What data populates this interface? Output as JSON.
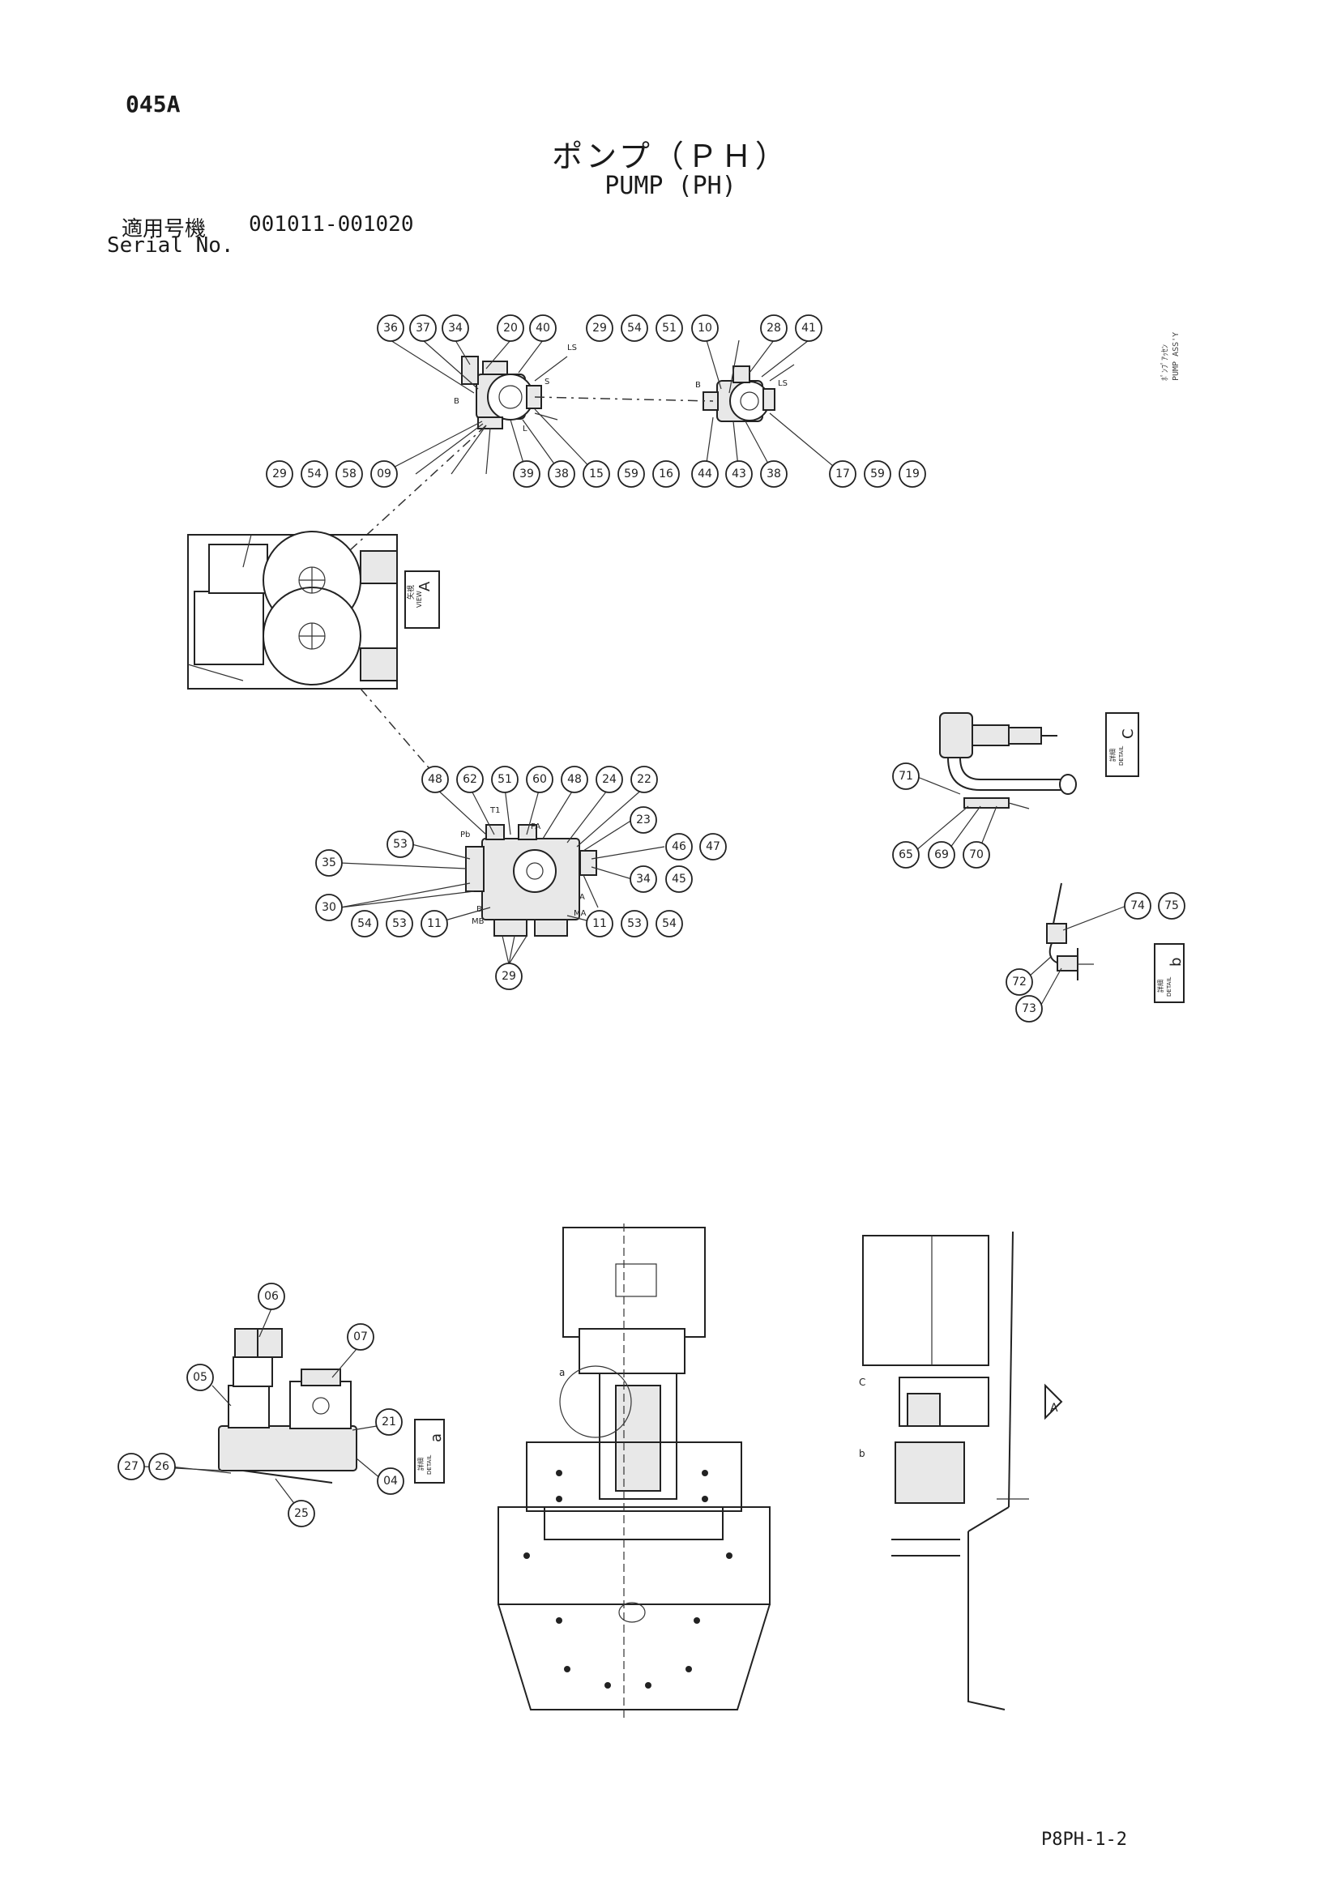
{
  "header": {
    "page_code": "045A",
    "title_jp": "ポンプ（ＰＨ）",
    "title_en": "PUMP (PH)",
    "serial_label_jp": "適用号機",
    "serial_range": "001011-001020",
    "serial_label_en": "Serial No."
  },
  "side_note": {
    "line1": "ﾎﾟﾝﾌﾟｱｯｾﾝ",
    "line2": "PUMP ASS'Y"
  },
  "views": {
    "view_a": {
      "label_jp": "矢視",
      "label_en": "VIEW",
      "letter": "A"
    },
    "detail_c": {
      "label_jp": "詳細",
      "label_en": "DETAIL",
      "letter": "C"
    },
    "detail_b": {
      "label_jp": "詳細",
      "label_en": "DETAIL",
      "letter": "b"
    },
    "detail_a": {
      "label_jp": "詳細",
      "label_en": "DETAIL",
      "letter": "a"
    }
  },
  "callouts": {
    "pump_left_top": [
      "36",
      "37",
      "34",
      "20",
      "40"
    ],
    "pump_left_bottom": [
      "29",
      "54",
      "58",
      "09",
      "39",
      "38",
      "15",
      "59",
      "16"
    ],
    "pump_right_top": [
      "29",
      "54",
      "51",
      "10",
      "28",
      "41"
    ],
    "pump_right_bottom": [
      "44",
      "43",
      "38",
      "17",
      "59",
      "19"
    ],
    "valve_top": [
      "48",
      "62",
      "51",
      "60",
      "48",
      "24",
      "22"
    ],
    "valve_left": [
      "53",
      "35",
      "30"
    ],
    "valve_right": [
      "23",
      "46",
      "47",
      "45",
      "34"
    ],
    "valve_bottom": [
      "54",
      "53",
      "11",
      "11",
      "53",
      "54",
      "29"
    ],
    "detail_c": [
      "71",
      "65",
      "69",
      "70"
    ],
    "detail_b": [
      "74",
      "75",
      "72",
      "73"
    ],
    "detail_a": [
      "06",
      "07",
      "05",
      "21",
      "27",
      "26",
      "04",
      "25"
    ]
  },
  "small_labels": {
    "port_ls": "LS",
    "port_b": "B",
    "port_s": "S",
    "port_l": "L",
    "port_a": "A",
    "port_t1": "T1",
    "port_pa": "PA",
    "port_pb": "Pb",
    "port_mb": "MB",
    "port_ma": "MA",
    "view_marker": "A",
    "marker_a": "a",
    "marker_b": "b",
    "marker_c": "C"
  },
  "footer": {
    "drawing_code": "P8PH-1-2"
  }
}
